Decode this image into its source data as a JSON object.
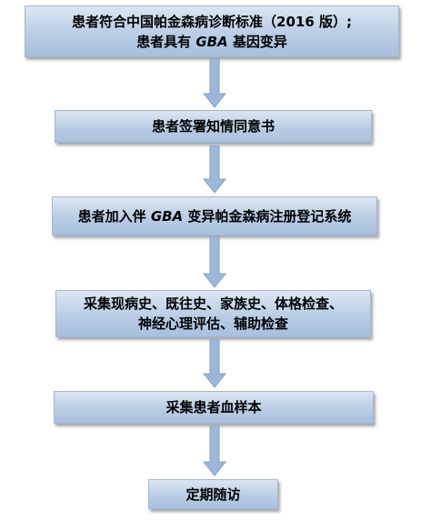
{
  "steps": [
    {
      "line1": "患者符合中国帕金森病诊断标准（2016 版）;",
      "line2_pre": "患者具有 ",
      "line2_gba": "GBA",
      "line2_post": " 基因变异"
    },
    {
      "text": "患者签署知情同意书"
    },
    {
      "pre": "患者加入伴 ",
      "gba": "GBA",
      "post": " 变异帕金森病注册登记系统"
    },
    {
      "line1": "采集现病史、既往史、家族史、体格检查、",
      "line2": "神经心理评估、辅助检查"
    },
    {
      "text": "采集患者血样本"
    },
    {
      "text": "定期随访"
    }
  ],
  "colors": {
    "box_top": "#dce6f1",
    "box_bottom": "#a7c0de",
    "box_border": "#a3b7d3",
    "arrow_fill": "#9db7d8",
    "arrow_stroke": "#7f9fc8"
  },
  "icons": {
    "connector": "down-arrow-icon"
  }
}
